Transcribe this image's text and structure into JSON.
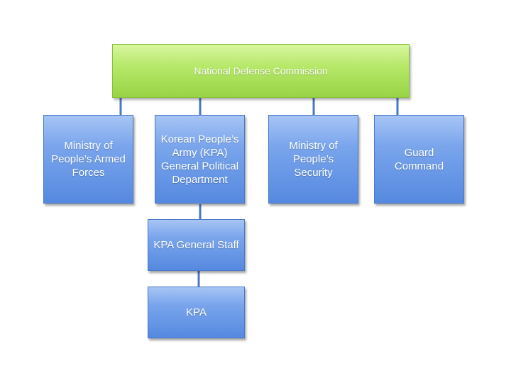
{
  "root": {
    "label": "National Defense Commission"
  },
  "children": [
    {
      "label": "Ministry of People’s Armed Forces"
    },
    {
      "label": "Korean People’s Army (KPA) General Political Department"
    },
    {
      "label": "Ministry of People’s Security"
    },
    {
      "label": "Guard Command"
    }
  ],
  "sub_chain": [
    {
      "label": "KPA General Staff"
    },
    {
      "label": "KPA"
    }
  ],
  "colors": {
    "root_fill": "#b7e86a",
    "node_fill": "#7aa5ec",
    "connector": "#4a78c8"
  }
}
